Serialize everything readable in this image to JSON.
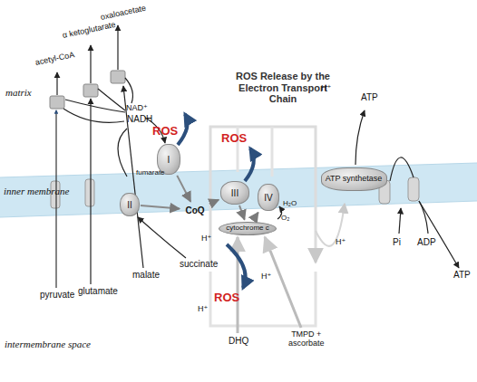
{
  "diagram": {
    "title": "ROS Release by the Electron Transport Chain",
    "nodes": [
      {
        "text": [
          "I"
        ]
      },
      {
        "text": [
          "II"
        ]
      },
      {
        "text": [
          "CoQ"
        ]
      },
      {
        "text": [
          "III"
        ]
      },
      {
        "text": [
          "cytochrome c"
        ]
      },
      {
        "text": [
          "IV"
        ]
      },
      {
        "text": [
          "ATP synthetase"
        ]
      }
    ],
    "edges": [
      {
        "from": 0,
        "to": 2,
        "arrow": "to"
      },
      {
        "from": 1,
        "to": 2,
        "arrow": "to"
      },
      {
        "from": 2,
        "to": 3,
        "arrow": "to"
      },
      {
        "from": 3,
        "to": 4,
        "arrow": "to"
      },
      {
        "from": 4,
        "to": 5,
        "arrow": "to"
      }
    ],
    "labels": [
      "matrix",
      "inner membrane",
      "intermembrane space",
      "acetyl-CoA",
      "α ketoglutarate",
      "oxaloacetate",
      "NAD⁺",
      "NADH",
      "ROS",
      "ROS",
      "ROS",
      "fumarate",
      "H⁺",
      "H⁺",
      "H⁺",
      "H⁺",
      "H⁺",
      "H₂O",
      "O₂",
      "ATP",
      "ATP",
      "Pi",
      "ADP",
      "pyruvate",
      "glutamate",
      "malate",
      "succinate",
      "DHQ",
      "TMPD + ascorbate"
    ]
  }
}
